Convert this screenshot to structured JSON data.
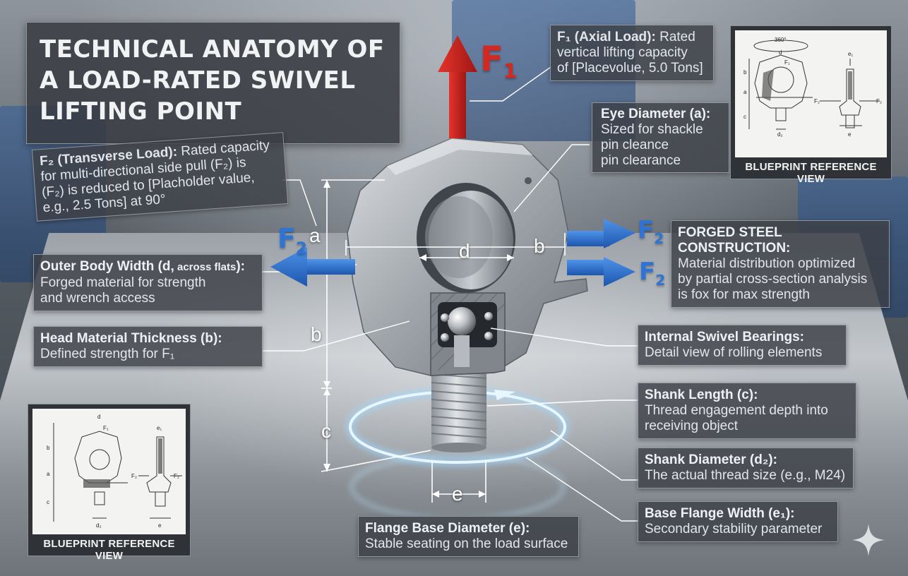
{
  "title": "TECHNICAL ANATOMY OF A LOAD-RATED SWIVEL LIFTING POINT",
  "force_labels": {
    "f1": "F",
    "f1_sub": "1",
    "f2": "F",
    "f2_sub": "2"
  },
  "dimension_labels": {
    "a": "a",
    "b_top": "b",
    "b_side": "b",
    "d": "d",
    "c": "c",
    "e": "e"
  },
  "callouts": {
    "axial": {
      "heading": "F₁ (Axial Load):",
      "body1": " Rated",
      "body2": "vertical lifting capacity",
      "body3": "of [Placevolue, 5.0 Tons]"
    },
    "eye": {
      "heading": "Eye Diameter (a):",
      "line1": "Sized for shackle",
      "line2": "pin cleance",
      "line3": "pin clearance"
    },
    "transverse": {
      "heading": "F₂ (Transverse Load):",
      "body1": " Rated capacity",
      "body2": "for multi-directional side pull (F₂) is",
      "body3": "(F₂) is reduced to [Placholder value,",
      "body4": "e.g., 2.5 Tons] at 90°"
    },
    "outer_width": {
      "heading": "Outer Body Width (d,",
      "heading_small": " across flats",
      "heading_end": "):",
      "line1": "Forged material for strength",
      "line2": "and wrench access"
    },
    "head_thickness": {
      "heading": "Head Material Thickness (b):",
      "line1": "Defined strength for F₁"
    },
    "forged": {
      "heading": "FORGED STEEL CONSTRUCTION:",
      "line1": "Material distribution optimized",
      "line2": "by partial cross-section analysis",
      "line3": "is fox for max strength"
    },
    "bearings": {
      "heading": "Internal Swivel Bearings:",
      "line1": "Detail view of rolling elements"
    },
    "shank_length": {
      "heading": "Shank Length (c):",
      "line1": "Thread engagement depth into",
      "line2": "receiving object"
    },
    "shank_diameter": {
      "heading": "Shank Diameter (d₂):",
      "line1": "The actual thread size (e.g., M24)"
    },
    "flange_width": {
      "heading": "Base Flange Width (e₁):",
      "line1": "Secondary stability parameter"
    },
    "flange_base": {
      "heading": "Flange Base Diameter (e):",
      "line1": "Stable seating on the load surface"
    }
  },
  "blueprints": {
    "top_right": {
      "caption": "BLUEPRINT REFERENCE VIEW",
      "labels": [
        "360°",
        "d",
        "F₁",
        "b",
        "a",
        "c",
        "d₂",
        "F₂",
        "F₂",
        "e₁",
        "e"
      ]
    },
    "bottom_left": {
      "caption": "BLUEPRINT REFERENCE VIEW",
      "labels": [
        "d",
        "F₁",
        "b",
        "a",
        "c",
        "d₂",
        "F₂",
        "F₂",
        "e₁",
        "e"
      ]
    }
  },
  "colors": {
    "force_red": "#c8221c",
    "force_blue": "#2a6cc9",
    "panel_bg": "#3c4046",
    "glow": "#bfe6ff"
  }
}
